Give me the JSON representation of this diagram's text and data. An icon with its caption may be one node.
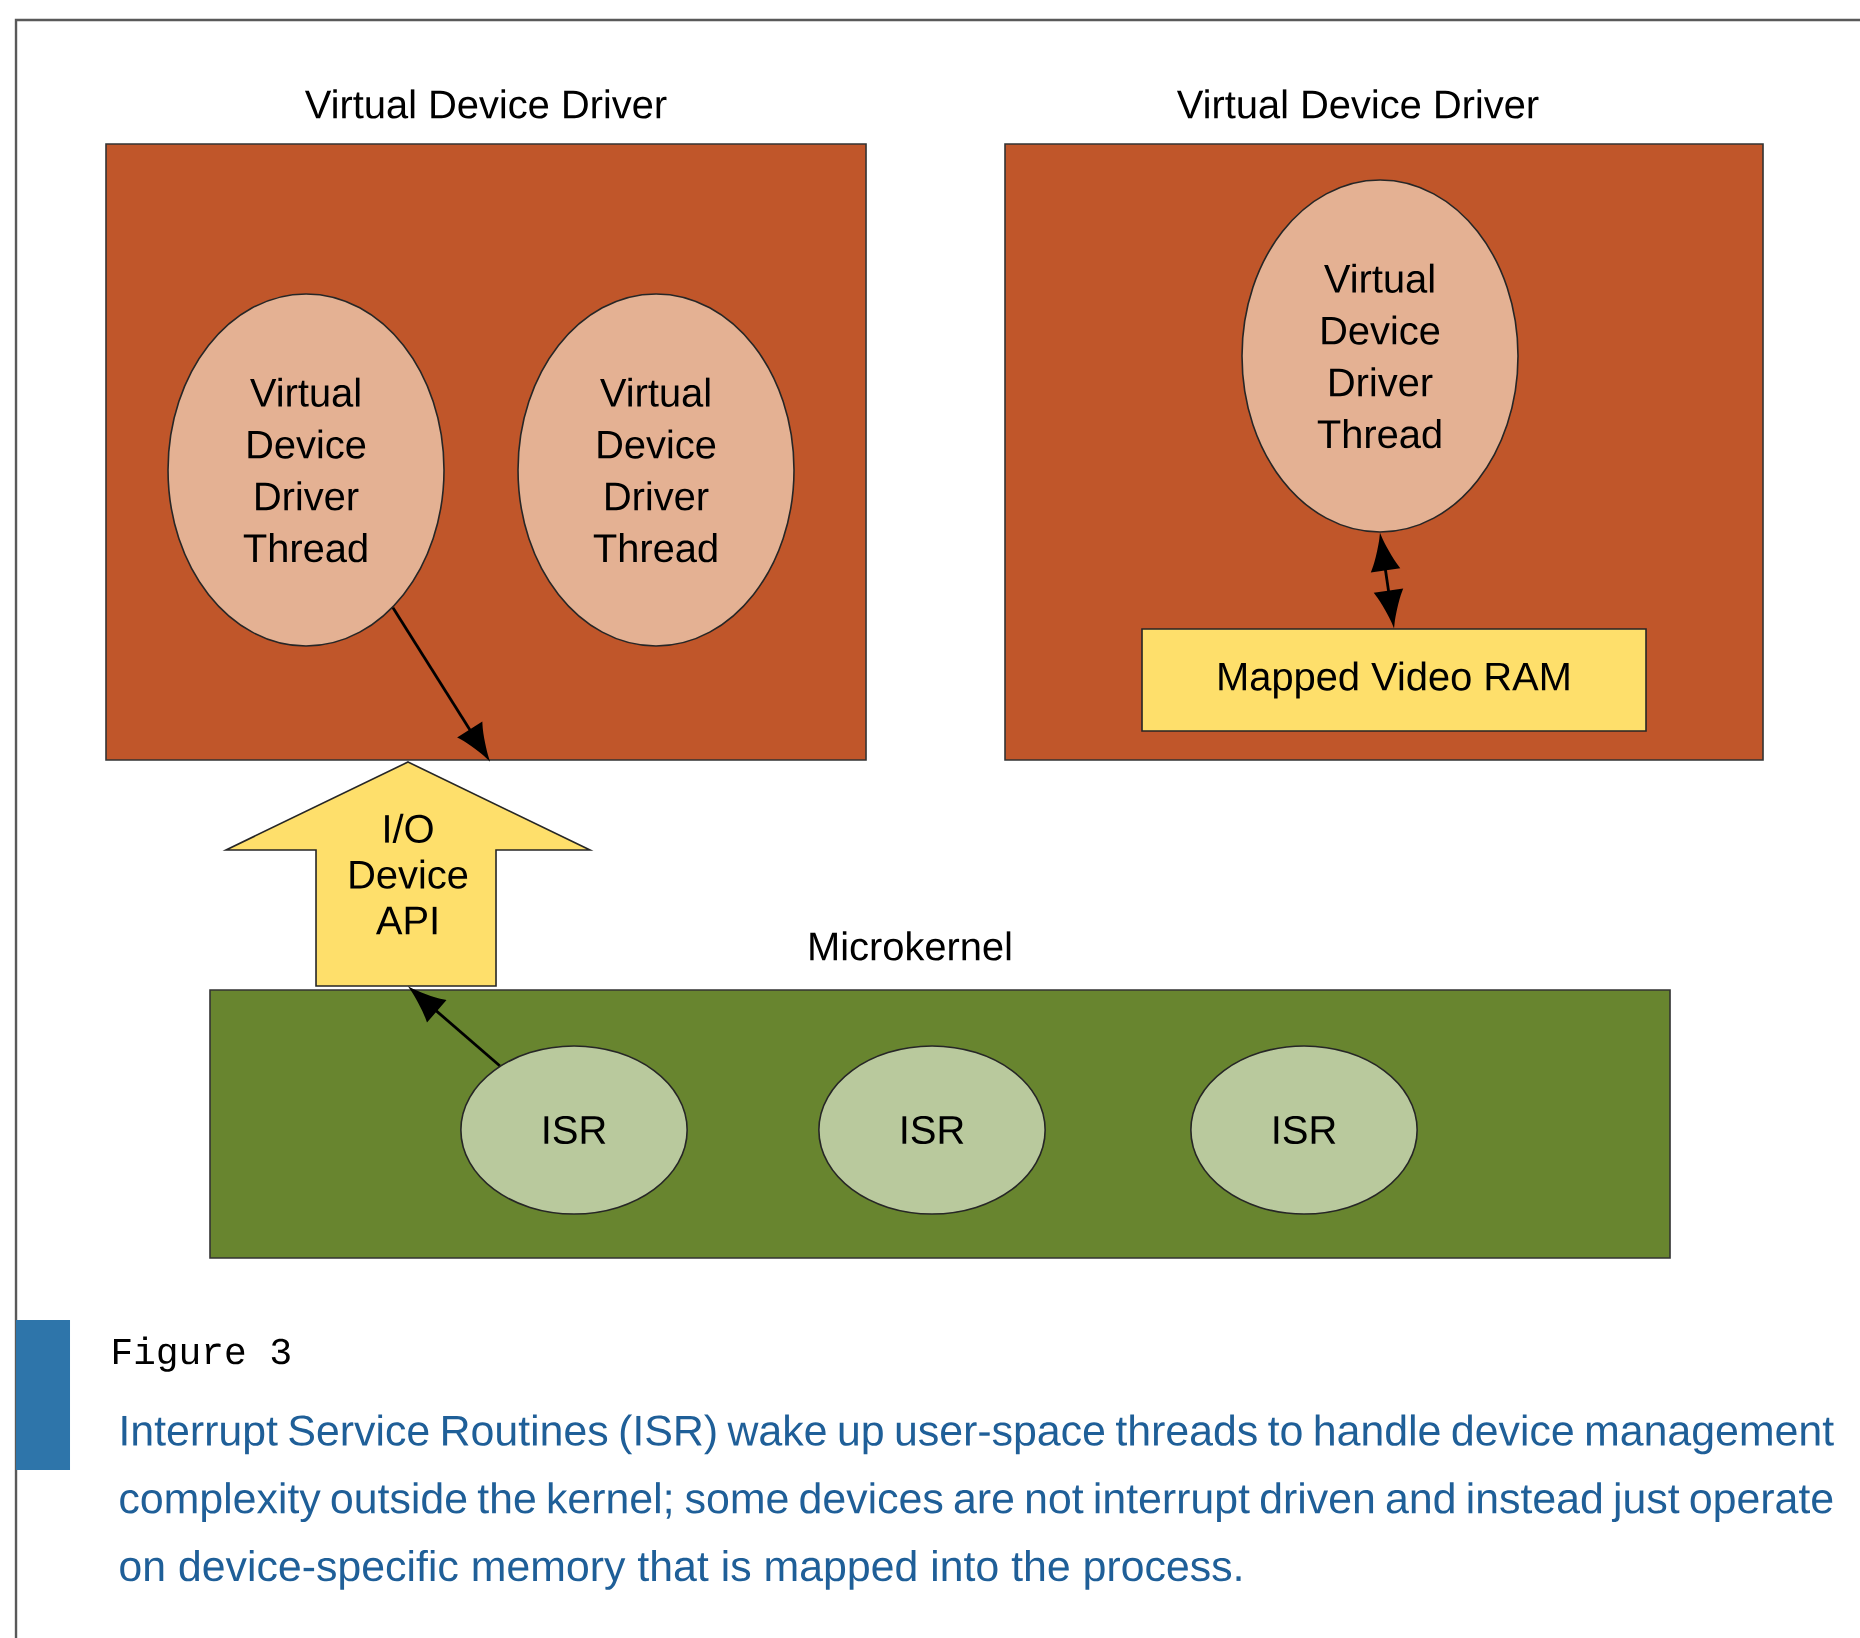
{
  "diagram": {
    "caption": "Interrupt Service Routines (ISR) wake up user-space threads to handle device management complexity outside the kernel; some devices are not interrupt driven and instead just operate on device-specific memory that is mapped into the process.",
    "nodes": [
      {
        "text": [
          "Virtual Device Driver"
        ]
      },
      {
        "text": [
          "Virtual Device Driver Thread"
        ],
        "in": 0
      },
      {
        "text": [
          "Virtual Device Driver Thread"
        ],
        "in": 0
      },
      {
        "text": [
          "Virtual Device Driver"
        ]
      },
      {
        "text": [
          "Virtual Device Driver Thread"
        ],
        "in": 3
      },
      {
        "text": [
          "Mapped Video RAM"
        ],
        "in": 3
      },
      {
        "text": [
          "I/O Device API"
        ]
      },
      {
        "text": [
          "Microkernel"
        ]
      },
      {
        "text": [
          "ISR"
        ],
        "in": 7
      },
      {
        "text": [
          "ISR"
        ],
        "in": 7
      },
      {
        "text": [
          "ISR"
        ],
        "in": 7
      }
    ],
    "edges": [
      {
        "from": 1,
        "to": 6,
        "arrow": "to"
      },
      {
        "from": 4,
        "to": 5,
        "arrow": "both"
      },
      {
        "from": 8,
        "to": 6,
        "arrow": "to"
      }
    ],
    "labels": [
      "Figure 3"
    ]
  }
}
